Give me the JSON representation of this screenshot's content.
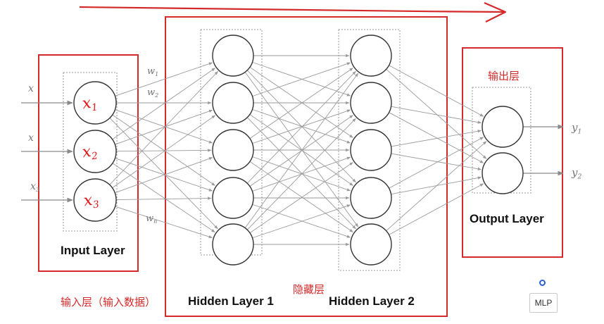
{
  "diagram": {
    "layers": {
      "input": {
        "title": "Input Layer",
        "note": "输入层（输入数据）",
        "nodes": 3
      },
      "hidden1": {
        "title": "Hidden Layer 1",
        "nodes": 5
      },
      "hidden2": {
        "title": "Hidden Layer 2",
        "nodes": 5
      },
      "output": {
        "title": "Output Layer",
        "note": "输出层",
        "nodes": 2
      }
    },
    "hidden_note": "隐藏层",
    "inputs": [
      {
        "base": "x",
        "sub": ""
      },
      {
        "base": "x",
        "sub": ""
      },
      {
        "base": "x",
        "sub": "3"
      }
    ],
    "handwritten_nodes": [
      {
        "base": "x",
        "sub": "1"
      },
      {
        "base": "x",
        "sub": "2"
      },
      {
        "base": "x",
        "sub": "3"
      }
    ],
    "outputs": [
      {
        "base": "y",
        "sub": "1"
      },
      {
        "base": "y",
        "sub": "2"
      }
    ],
    "weights": [
      {
        "base": "w",
        "sub": "1"
      },
      {
        "base": "w",
        "sub": "2"
      },
      {
        "base": "w",
        "sub": "n"
      }
    ],
    "badge": "MLP",
    "colors": {
      "annotation_red": "#d42a2a",
      "node_stroke": "#333333",
      "edge_gray": "#9a9a9a",
      "dashed_gray": "#999999",
      "badge_blue": "#2a5fd0"
    }
  }
}
